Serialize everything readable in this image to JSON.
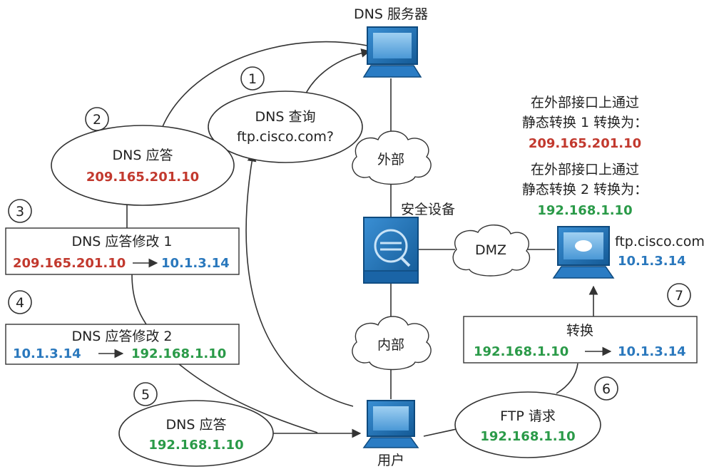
{
  "nodes": {
    "dns_server": "DNS 服务器",
    "outside": "外部",
    "security_appliance": "安全设备",
    "dmz": "DMZ",
    "inside": "内部",
    "user": "用户",
    "ftp_host": "ftp.cisco.com",
    "ftp_host_ip": "10.1.3.14"
  },
  "steps": [
    "1",
    "2",
    "3",
    "4",
    "5",
    "6",
    "7"
  ],
  "query": {
    "line1": "DNS 查询",
    "line2": "ftp.cisco.com?"
  },
  "reply": {
    "label": "DNS 应答",
    "ip": "209.165.201.10"
  },
  "mod1": {
    "label": "DNS 应答修改 1",
    "from": "209.165.201.10",
    "to": "10.1.3.14"
  },
  "mod2": {
    "label": "DNS 应答修改 2",
    "from": "10.1.3.14",
    "to": "192.168.1.10"
  },
  "reply2": {
    "label": "DNS 应答",
    "ip": "192.168.1.10"
  },
  "ftp_request": {
    "label": "FTP 请求",
    "ip": "192.168.1.10"
  },
  "translation": {
    "label": "转换",
    "from": "192.168.1.10",
    "to": "10.1.3.14"
  },
  "static1": {
    "line1": "在外部接口上通过",
    "line2": "静态转换 1 转换为：",
    "ip": "209.165.201.10"
  },
  "static2": {
    "line1": "在外部接口上通过",
    "line2": "静态转换 2 转换为：",
    "ip": "192.168.1.10"
  },
  "colors": {
    "red": "#c2392e",
    "blue": "#2a78bd",
    "green": "#2a9a48",
    "device": "#1f6fb4"
  }
}
